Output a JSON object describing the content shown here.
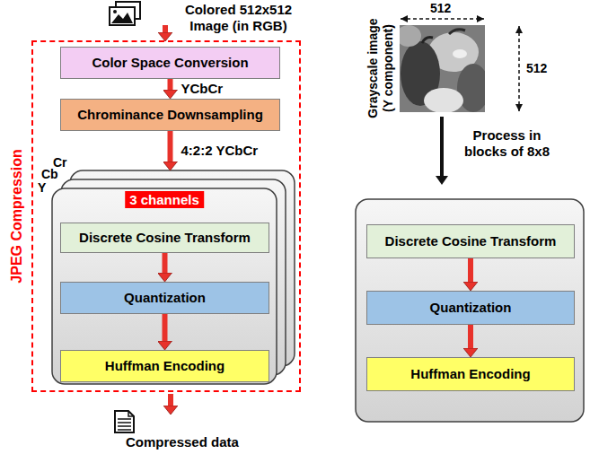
{
  "diagram": {
    "nodes": [
      {
        "text": [
          "JPEG Compression"
        ]
      },
      {
        "text": [
          "Color Space Conversion"
        ],
        "in": 0
      },
      {
        "text": [
          "Chrominance Downsampling"
        ],
        "in": 0
      },
      {
        "text": [
          "3 channels"
        ],
        "in": 0
      },
      {
        "text": [
          "Discrete Cosine Transform"
        ],
        "in": 3
      },
      {
        "text": [
          "Quantization"
        ],
        "in": 3
      },
      {
        "text": [
          "Huffman Encoding"
        ],
        "in": 3
      },
      {
        "text": [
          "Discrete Cosine Transform"
        ]
      },
      {
        "text": [
          "Quantization"
        ]
      },
      {
        "text": [
          "Huffman Encoding"
        ]
      }
    ],
    "edges": [
      {
        "from": 1,
        "to": 2,
        "label": "YCbCr",
        "arrow": "to"
      },
      {
        "from": 2,
        "to": 3,
        "label": "4:2:2 YCbCr",
        "arrow": "to"
      },
      {
        "from": 4,
        "to": 5,
        "arrow": "to"
      },
      {
        "from": 5,
        "to": 6,
        "arrow": "to"
      },
      {
        "from": 7,
        "to": 8,
        "arrow": "to"
      },
      {
        "from": 8,
        "to": 9,
        "arrow": "to"
      }
    ],
    "labels": [
      "Colored 512x512 Image (in RGB)",
      "Cr",
      "Cb",
      "Y",
      "Compressed data",
      "512",
      "512",
      "Grayscale image (Y component)",
      "Process in blocks of 8x8"
    ]
  }
}
